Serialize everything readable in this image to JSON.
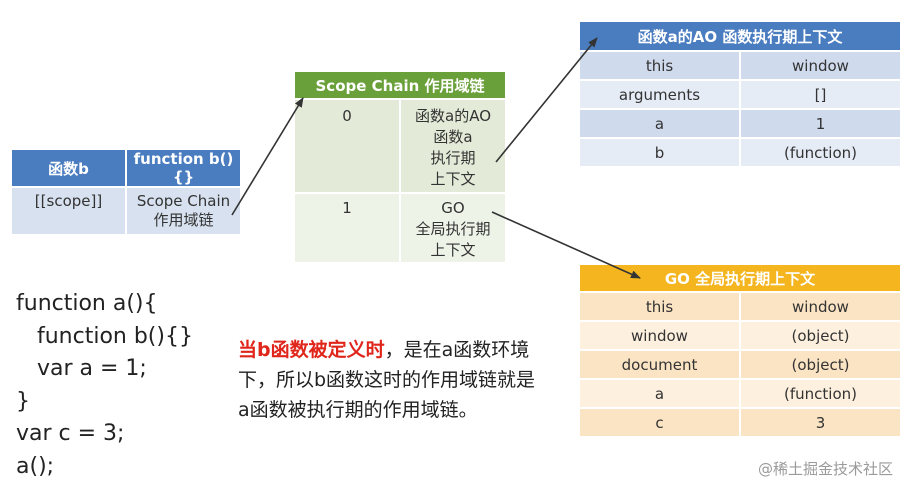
{
  "func_b_table": {
    "header": [
      "函数b",
      "function b(){}"
    ],
    "rows": [
      [
        "[[scope]]",
        "Scope Chain\n作用域链"
      ]
    ]
  },
  "scope_chain_table": {
    "header": "Scope Chain 作用域链",
    "rows": [
      [
        "0",
        "函数a的AO\n函数a\n执行期\n上下文"
      ],
      [
        "1",
        "GO\n全局执行期\n上下文"
      ]
    ]
  },
  "ao_table": {
    "header": "函数a的AO 函数执行期上下文",
    "rows": [
      [
        "this",
        "window"
      ],
      [
        "arguments",
        "[]"
      ],
      [
        "a",
        "1"
      ],
      [
        "b",
        "(function)"
      ]
    ]
  },
  "go_table": {
    "header": "GO 全局执行期上下文",
    "rows": [
      [
        "this",
        "window"
      ],
      [
        "window",
        "(object)"
      ],
      [
        "document",
        "(object)"
      ],
      [
        "a",
        "(function)"
      ],
      [
        "c",
        "3"
      ]
    ]
  },
  "code_lines": [
    "function a(){",
    "   function b(){}",
    "   var a = 1;",
    "}",
    "var c = 3;",
    "a();"
  ],
  "note": {
    "highlight": "当b函数被定义时",
    "rest": "，是在a函数环境下，所以b函数这时的作用域链就是a函数被执行期的作用域链。"
  },
  "watermark": "@稀土掘金技术社区",
  "colors": {
    "blue_header": "#4a7cc0",
    "green_header": "#6aa03a",
    "orange_header": "#f4b51f",
    "highlight_text": "#e0261b"
  }
}
